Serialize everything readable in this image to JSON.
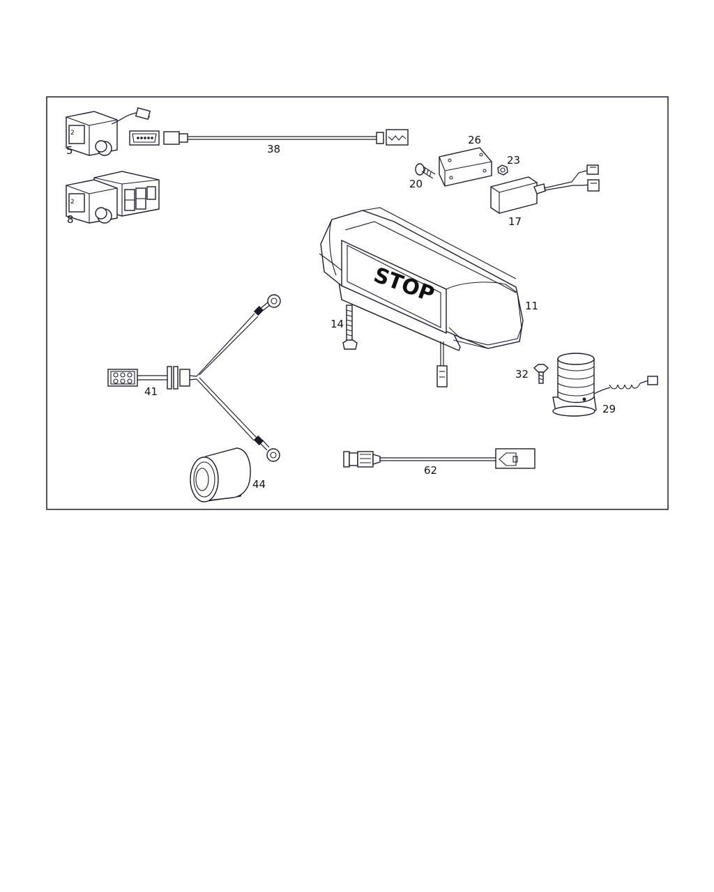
{
  "callouts": {
    "p5": "5",
    "p8": "8",
    "p11": "11",
    "p14": "14",
    "p17": "17",
    "p20": "20",
    "p23": "23",
    "p26": "26",
    "p29": "29",
    "p32": "32",
    "p38": "38",
    "p41": "41",
    "p44": "44",
    "p62": "62"
  },
  "sign_text": "STOP",
  "colors": {
    "line": "#1a1a2e",
    "frame": "#1a1a2e",
    "background": "#ffffff"
  }
}
